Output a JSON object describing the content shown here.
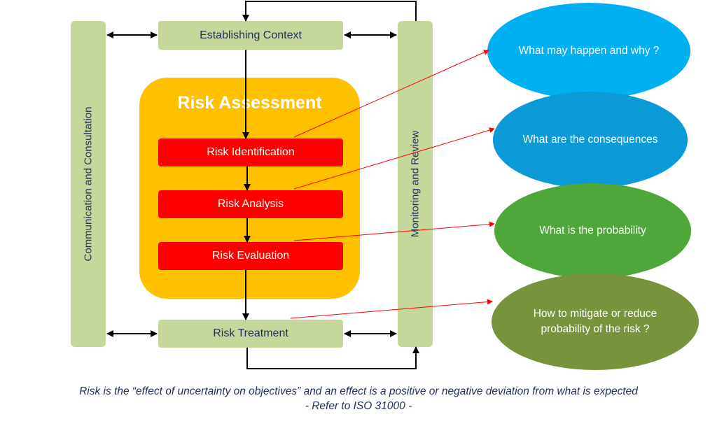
{
  "boxes": {
    "establishing_context": "Establishing Context",
    "risk_treatment": "Risk Treatment",
    "communication": "Communication and Consultation",
    "monitoring": "Monitoring and Review"
  },
  "risk_assessment": {
    "title": "Risk Assessment",
    "steps": [
      "Risk Identification",
      "Risk Analysis",
      "Risk Evaluation"
    ]
  },
  "questions": [
    {
      "text": "What may happen and why ?",
      "color": "#00b0f0"
    },
    {
      "text": "What are the consequences",
      "color": "#0b9ad6"
    },
    {
      "text": "What is the probability",
      "color": "#4fa63a"
    },
    {
      "text": "How to mitigate or reduce probability of the risk ?",
      "color": "#77933c"
    }
  ],
  "colors": {
    "green_box": "#c5d79b",
    "risk_assessment": "#ffc000",
    "step_box": "#ff0000",
    "text_dark": "#1f2f5c",
    "connector_red": "#ff0000"
  },
  "footer": {
    "line1": "Risk is the “effect of uncertainty on objectives” and an effect is a positive or negative deviation from what is expected",
    "line2": "- Refer to ISO 31000 -"
  }
}
